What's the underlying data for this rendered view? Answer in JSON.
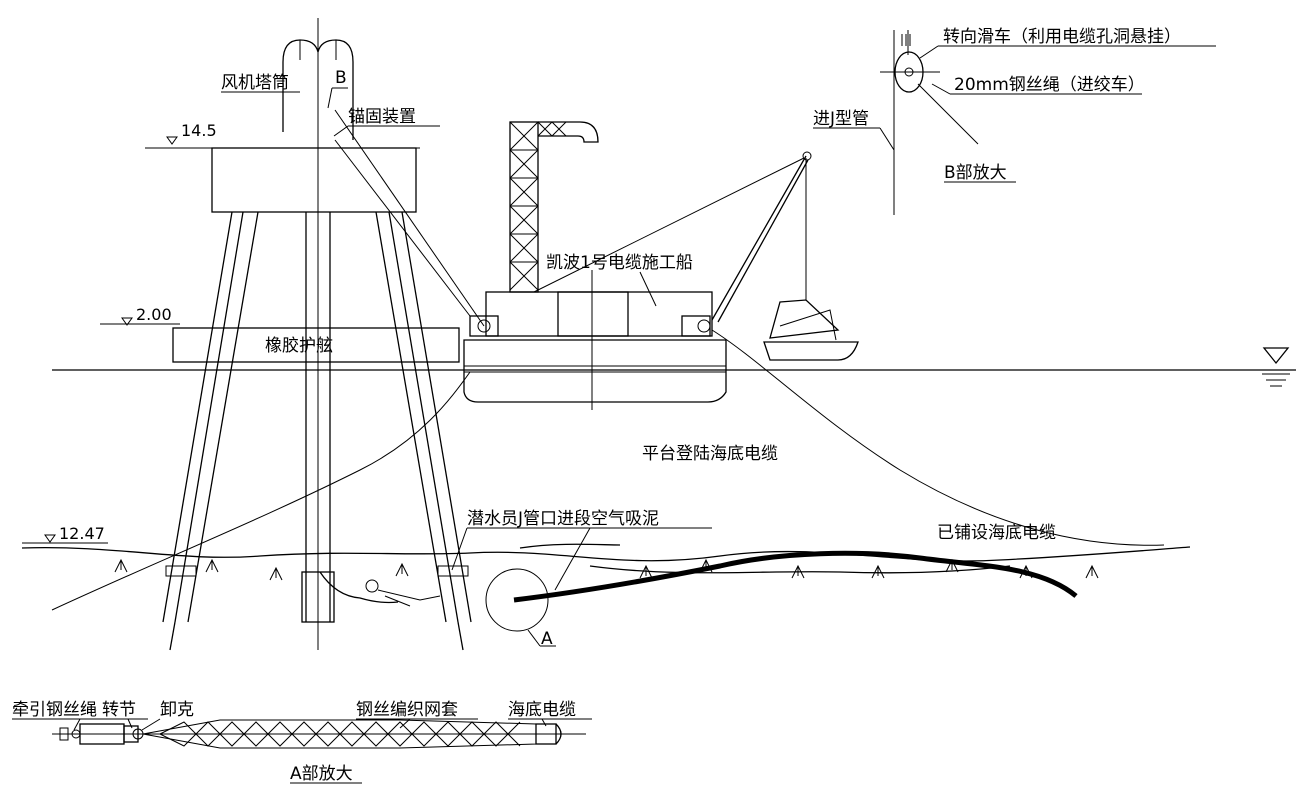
{
  "labels": {
    "tower_tube": "风机塔筒",
    "detail_b_mark": "B",
    "anchor_device": "锚固装置",
    "elev_top": "14.5",
    "elev_mid": "2.00",
    "elev_seabed": "12.47",
    "rubber_fender": "橡胶护舷",
    "ship_name": "凯波1号电缆施工船",
    "platform_landing": "平台登陆海底电缆",
    "diver_note": "潜水员J管口进段空气吸泥",
    "laid_cable": "已铺设海底电缆",
    "detail_a_mark": "A",
    "turning_pulley": "转向滑车（利用电缆孔洞悬挂）",
    "wire_rope": "20mm钢丝绳（进绞车）",
    "enter_j_tube": "进J型管",
    "detail_b_title": "B部放大",
    "pull_rope": "牵引钢丝绳",
    "swivel": "转节",
    "shackle": "卸克",
    "wire_mesh_sock": "钢丝编织网套",
    "subsea_cable": "海底电缆",
    "detail_a_title": "A部放大"
  }
}
